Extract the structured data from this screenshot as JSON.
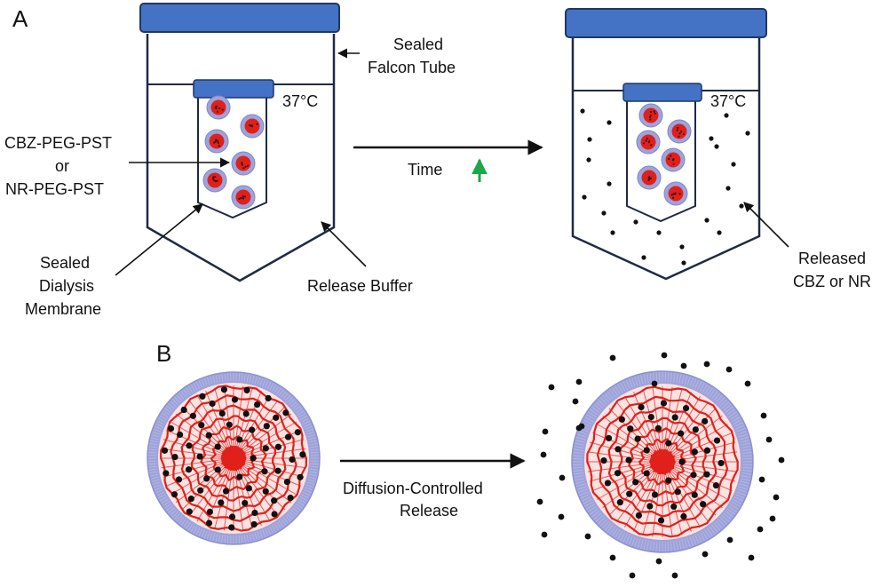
{
  "panels": {
    "a": "A",
    "b": "B"
  },
  "labels": {
    "falcon_line1": "Sealed",
    "falcon_line2": "Falcon Tube",
    "temp_left": "37°C",
    "temp_right": "37°C",
    "micelle_line1": "CBZ-PEG-PST",
    "micelle_line2": "or",
    "micelle_line3": "NR-PEG-PST",
    "time": "Time",
    "membrane_line1": "Sealed",
    "membrane_line2": "Dialysis",
    "membrane_line3": "Membrane",
    "buffer": "Release Buffer",
    "released_line1": "Released",
    "released_line2": "CBZ or NR",
    "diffusion_line1": "Diffusion-Controlled",
    "diffusion_line2": "Release"
  },
  "colors": {
    "cap": "#4472c4",
    "cap_stroke": "#1f3864",
    "outline": "#1f2a44",
    "micelle_shell": "#9ea3d9",
    "micelle_core": "#e0201b",
    "drug": "#111111",
    "time_arrow": "#1aa84b"
  }
}
